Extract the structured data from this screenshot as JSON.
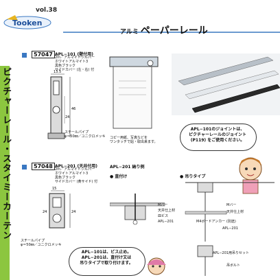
{
  "header": {
    "vol": "vol.38",
    "brand": "Tooken",
    "title_prefix": "アルミ",
    "title": "ペーパーレール"
  },
  "sidebar": {
    "title": "ピクチャーレール・スタイミーカーテン"
  },
  "products": [
    {
      "code": "57047",
      "name": "APL−101 (壁付用)",
      "desc": "2m／アルマイトシルバー\nホワイトアルマイト3\n黒色ブラック\nサイドカバー (左・右) 付",
      "pipe_label": "スチールパイプ\nφ＝50㎜／ユニクロメッキ",
      "dims": {
        "top": "13.5",
        "right": "46",
        "inner": "24"
      }
    },
    {
      "code": "57048",
      "name": "APL−201 (天井付用)",
      "desc": "2m／アルマイトシルバー\nホワイトアルマイト3\n黒色ブラック\nサイドカバー (黄サイド) 付",
      "pipe_label": "スチールパイプ\nφ＝50㎜／ユニクロメッキ",
      "dims": {
        "top": "15",
        "right": "24",
        "inner": "24"
      }
    }
  ],
  "photo_caption": "コピー用紙、写真などを\nワンタッチで貼・取出来ます。",
  "callout_joint": "APL−101のジョイントは、\nピクチャーレールのジョイント\n(P119) をご使用ください。",
  "mount_title": "APL−201 納り例",
  "mount_left_label": "● 直付け",
  "mount_right_label": "● 吊りタイプ",
  "mount_labels": {
    "m_bar": "Mバー",
    "ceiling": "天井仕上材",
    "bolt": "皿ビス",
    "model": "APL−201",
    "board_anchor": "M4ボードアンカー (別途)",
    "m_bar2": "Mバー",
    "ceiling2": "天井仕上材",
    "model2": "APL−201",
    "hanger_set": "APL−201用吊りセット",
    "bolt2": "吊ボルト"
  },
  "callout_bottom": "APL−101は、ビス止め。\nAPL−201は、直付け又は\n吊りタイプで取り付けます。",
  "colors": {
    "accent": "#8cc63f",
    "blue": "#3a78c2",
    "rule": "#6a9ad0"
  }
}
